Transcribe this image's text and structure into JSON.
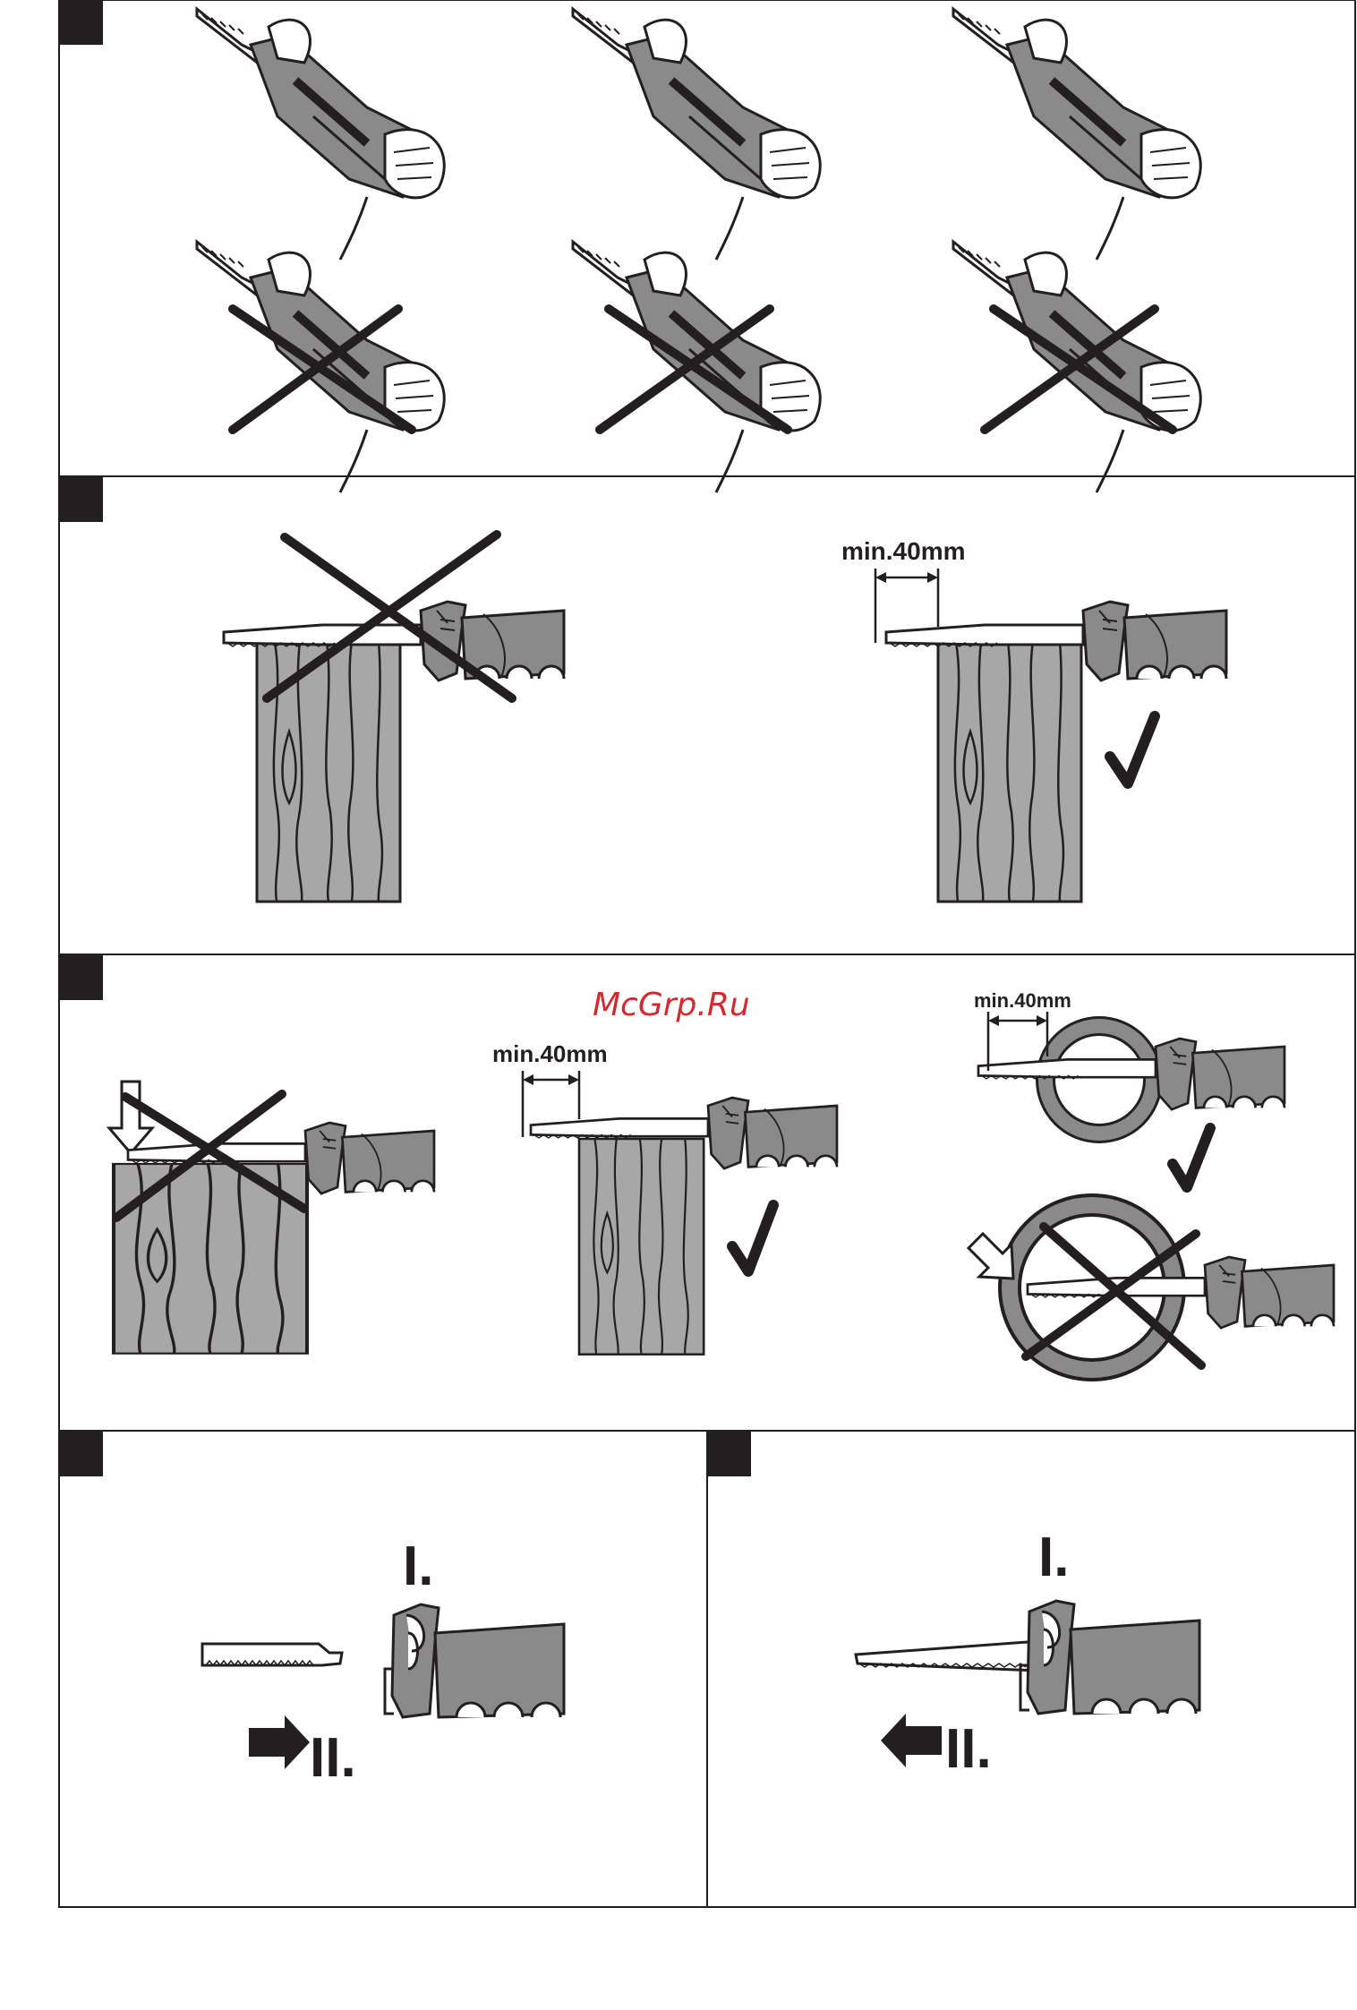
{
  "watermark": "McGrp.Ru",
  "sections": {
    "row1": {
      "name": "hand-position"
    },
    "row2": {
      "measure_label": "min.40mm"
    },
    "row3": {
      "measure_label_wood": "min.40mm",
      "measure_label_pipe": "min.40mm"
    },
    "row4": {
      "left": {
        "step1": "I.",
        "step2": "II."
      },
      "right": {
        "step1": "I.",
        "step2": "II."
      }
    }
  },
  "icons": {
    "wrong": "cross-icon",
    "correct": "checkmark-icon",
    "direction": "arrow-icon",
    "panel_marker": "black-square-marker"
  },
  "colors": {
    "line": "#231f20",
    "tool_gray": "#8a8a8a",
    "wood_gray": "#a7a7a7",
    "watermark": "#d42a2f"
  }
}
